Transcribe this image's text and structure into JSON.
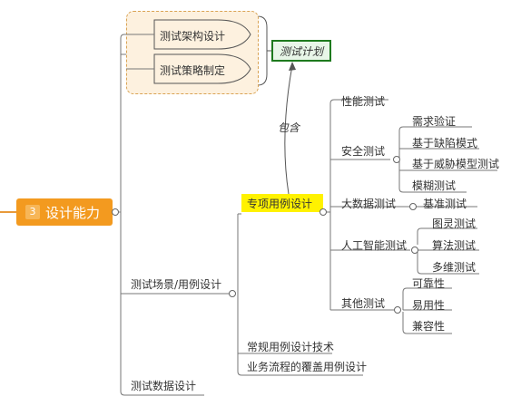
{
  "root": {
    "number": "3",
    "label": "设计能力"
  },
  "group": {
    "item1": "测试架构设计",
    "item2": "测试策略制定"
  },
  "plan": {
    "label": "测试计划"
  },
  "connector": {
    "label": "包含"
  },
  "branches": {
    "scenario": "测试场景/用例设计",
    "data": "测试数据设计"
  },
  "special": {
    "label": "专项用例设计",
    "performance": "性能测试",
    "security": {
      "label": "安全测试",
      "items": [
        "需求验证",
        "基于缺陷模式",
        "基于威胁模型测试",
        "模糊测试"
      ]
    },
    "bigdata": {
      "label": "大数据测试",
      "items": [
        "基准测试"
      ]
    },
    "ai": {
      "label": "人工智能测试",
      "items": [
        "图灵测试",
        "算法测试",
        "多维测试"
      ]
    },
    "other": {
      "label": "其他测试",
      "items": [
        "可靠性",
        "易用性",
        "兼容性"
      ]
    }
  },
  "normal": "常规用例设计技术",
  "business": "业务流程的覆盖用例设计",
  "colors": {
    "root": "#f39a1f",
    "highlight": "#fff200",
    "plan_border": "#1e7a1e",
    "group_fill": "#fdf1df"
  }
}
